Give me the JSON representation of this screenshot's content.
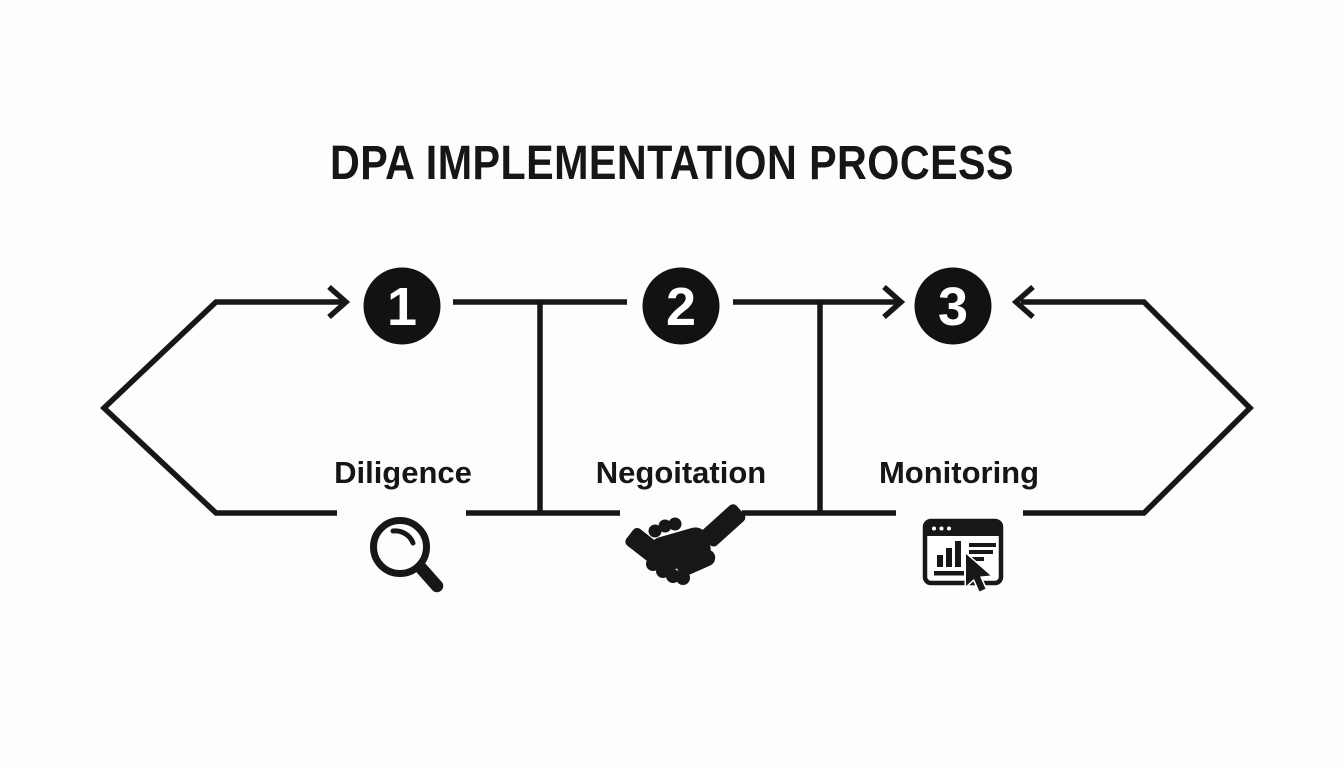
{
  "title": "DPA IMPLEMENTATION PROCESS",
  "steps": [
    {
      "number": "1",
      "label": "Diligence",
      "icon": "magnifying-glass"
    },
    {
      "number": "2",
      "label": "Negoitation",
      "icon": "handshake"
    },
    {
      "number": "3",
      "label": "Monitoring",
      "icon": "analytics-browser-window-with-cursor"
    }
  ],
  "colors": {
    "ink": "#171717",
    "background": "#fdfdfd",
    "node_fill": "#121212",
    "node_number": "#ffffff"
  }
}
